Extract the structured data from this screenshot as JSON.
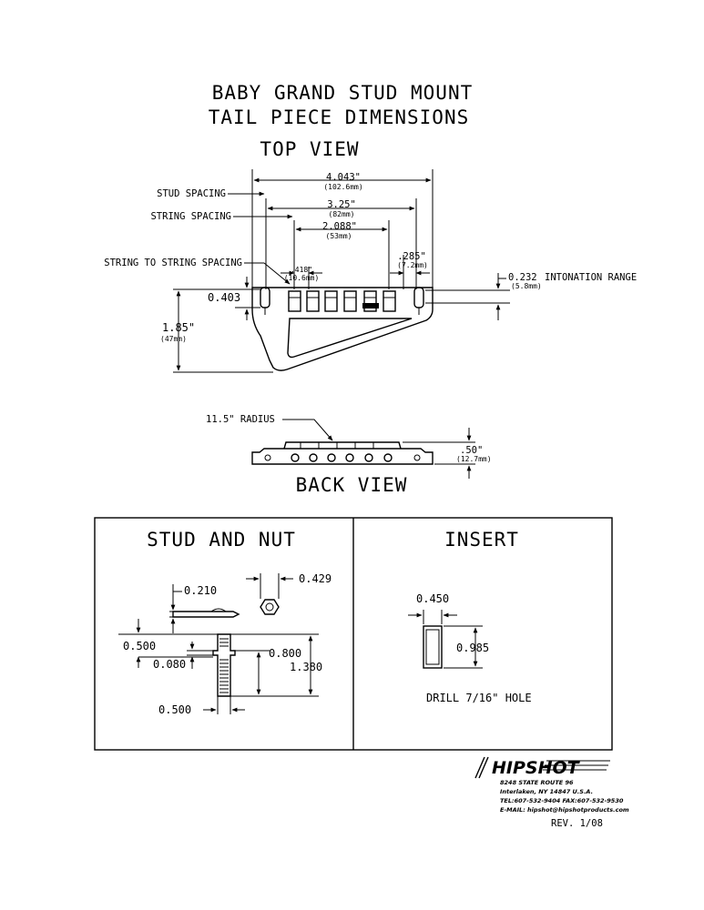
{
  "title": {
    "line1": "BABY GRAND STUD MOUNT",
    "line2": "TAIL PIECE DIMENSIONS"
  },
  "top_view": {
    "label": "TOP VIEW",
    "dims": {
      "overall": "4.043\"",
      "overall_mm": "(102.6mm)",
      "stud_spacing": "3.25\"",
      "stud_spacing_mm": "(82mm)",
      "string_spacing": "2.088\"",
      "string_spacing_mm": "(53mm)",
      "string_to_string": ".418\"",
      "string_to_string_mm": "(10.6mm)",
      "offset": ".285\"",
      "offset_mm": "(7.2mm)",
      "intonation": "0.232",
      "intonation_mm": "(5.8mm)",
      "depth_a": "0.403",
      "depth_b": "1.85\"",
      "depth_b_mm": "(47mm)"
    },
    "callouts": {
      "stud_spacing": "STUD SPACING",
      "string_spacing": "STRING SPACING",
      "string_to_string": "STRING TO STRING SPACING",
      "intonation": "INTONATION RANGE"
    }
  },
  "back_view": {
    "label": "BACK VIEW",
    "radius": "11.5\" RADIUS",
    "height": ".50\"",
    "height_mm": "(12.7mm)"
  },
  "stud_and_nut": {
    "heading": "STUD AND NUT",
    "d_0210": "0.210",
    "d_0429": "0.429",
    "d_0500a": "0.500",
    "d_0080": "0.080",
    "d_0800": "0.800",
    "d_1380": "1.380",
    "d_0500b": "0.500"
  },
  "insert": {
    "heading": "INSERT",
    "width": "0.450",
    "height": "0.985",
    "note": "DRILL 7/16\" HOLE"
  },
  "company": {
    "logo": "HIPSHOT",
    "address1": "8248 STATE ROUTE 96",
    "address2": "Interlaken, NY 14847 U.S.A.",
    "phone": "TEL:607-532-9404 FAX:607-532-9530",
    "email": "E-MAIL: hipshot@hipshotproducts.com",
    "rev": "REV. 1/08"
  }
}
